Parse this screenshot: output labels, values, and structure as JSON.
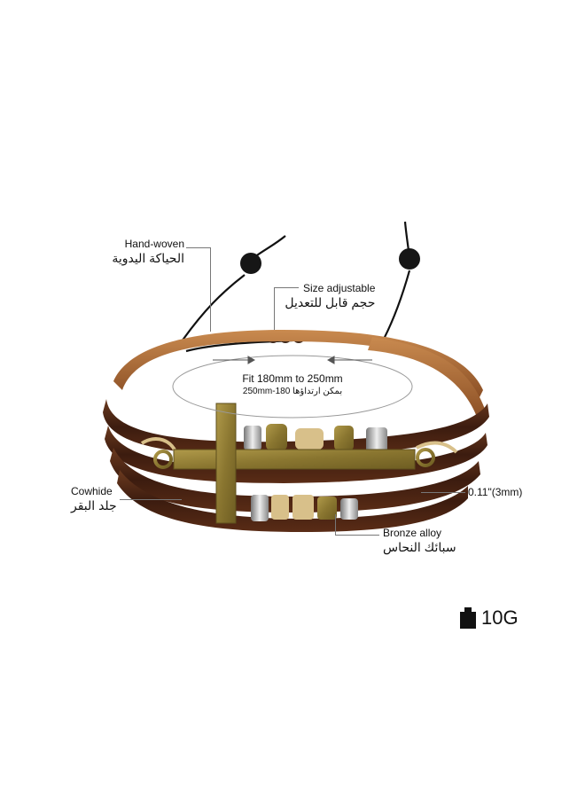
{
  "annotations": {
    "hand_woven": {
      "en": "Hand-woven",
      "ar": "الحياكة اليدوية"
    },
    "size_adjustable": {
      "en": "Size adjustable",
      "ar": "حجم قابل للتعديل"
    },
    "fit_range": {
      "en": "Fit 180mm to 250mm",
      "ar": "بمكن ارتداؤها 180-250mm"
    },
    "cowhide": {
      "en": "Cowhide",
      "ar": "جلد البقر"
    },
    "thickness": {
      "en": "0.11\"(3mm)"
    },
    "bronze_alloy": {
      "en": "Bronze alloy",
      "ar": "سبائك النحاس"
    }
  },
  "weight": {
    "value": "10G",
    "icon": "weight-icon"
  },
  "colors": {
    "leather_dark": "#4a2414",
    "leather_light": "#a0602e",
    "bronze": "#8c7a33",
    "cord": "#111111",
    "beads_tan": "#d8c08a"
  }
}
